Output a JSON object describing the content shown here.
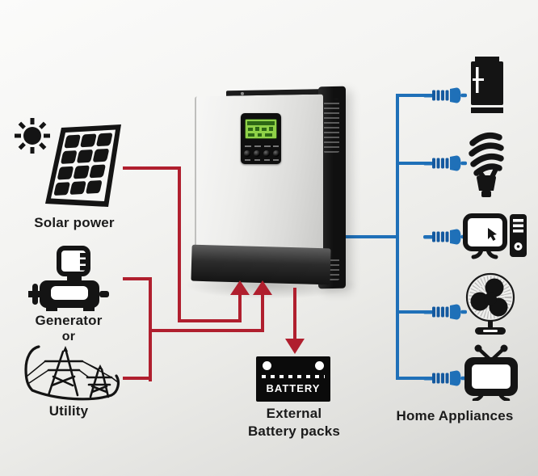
{
  "colors": {
    "flow_input_red": "#b01f2e",
    "flow_output_blue": "#1f70b8",
    "icon_black": "#141414",
    "lcd_green": "#8fd148"
  },
  "left_column": {
    "solar": {
      "label": "Solar power",
      "icons": [
        "sun-icon",
        "solar-panel-icon"
      ]
    },
    "generator": {
      "label": "Generator",
      "icon": "generator-icon"
    },
    "conjunction": "or",
    "utility": {
      "label": "Utility",
      "icon": "power-towers-icon"
    }
  },
  "center": {
    "inverter": {
      "icon": "solar-inverter"
    },
    "battery": {
      "badge": "BATTERY",
      "label": [
        "External",
        "Battery packs"
      ],
      "icon": "battery-icon"
    }
  },
  "right_column": {
    "label": "Home Appliances",
    "appliances": [
      {
        "icon": "refrigerator-icon"
      },
      {
        "icon": "cfl-bulb-icon"
      },
      {
        "icon": "desktop-computer-icon"
      },
      {
        "icon": "table-fan-icon"
      },
      {
        "icon": "television-icon"
      }
    ]
  }
}
